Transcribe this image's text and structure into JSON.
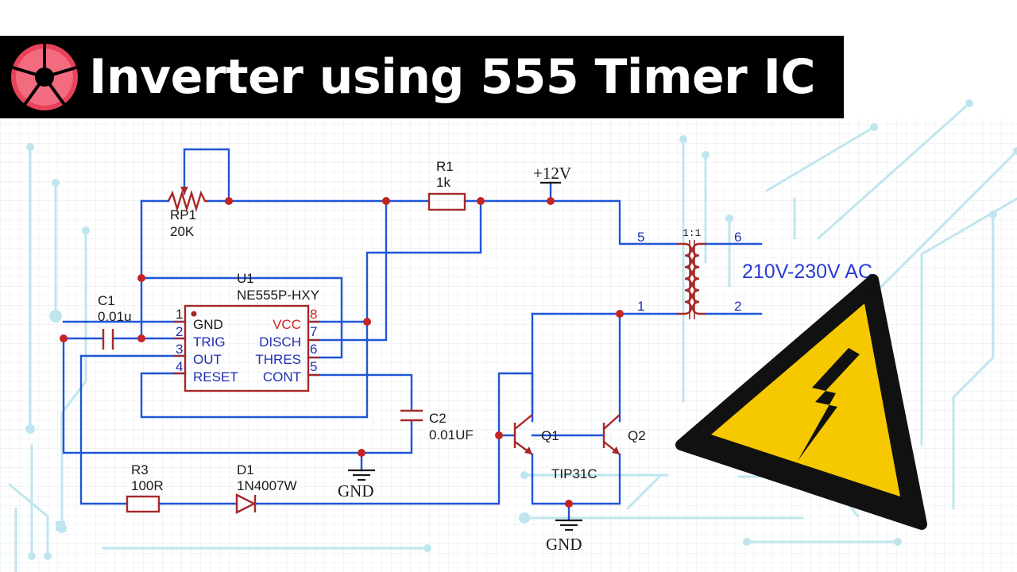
{
  "title": "Inverter using 555 Timer IC",
  "colors": {
    "wire": "#1f55d8",
    "component": "#a62828",
    "junction": "#c42424",
    "title_bg": "#000000",
    "logo": "#e8435a",
    "warning_fill": "#f6c800"
  },
  "icons": {
    "logo": "logo-aperture-icon",
    "warning": "high-voltage-warning-icon"
  },
  "components": {
    "rp1": {
      "ref": "RP1",
      "value": "20K"
    },
    "r1": {
      "ref": "R1",
      "value": "1k"
    },
    "c1": {
      "ref": "C1",
      "value": "0.01u"
    },
    "u1": {
      "ref": "U1",
      "value": "NE555P-HXY"
    },
    "c2": {
      "ref": "C2",
      "value": "0.01UF"
    },
    "r3": {
      "ref": "R3",
      "value": "100R"
    },
    "d1": {
      "ref": "D1",
      "value": "1N4007W"
    },
    "q1": {
      "ref": "Q1"
    },
    "q2": {
      "ref": "Q2"
    },
    "tip": "TIP31C",
    "transformer": {
      "ratio": "1:1",
      "pin5": "5",
      "pin6": "6",
      "pin1": "1",
      "pin2": "2"
    }
  },
  "ic_pins": {
    "left": [
      {
        "num": "1",
        "name": "GND"
      },
      {
        "num": "2",
        "name": "TRIG"
      },
      {
        "num": "3",
        "name": "OUT"
      },
      {
        "num": "4",
        "name": "RESET"
      }
    ],
    "right": [
      {
        "num": "8",
        "name": "VCC"
      },
      {
        "num": "7",
        "name": "DISCH"
      },
      {
        "num": "6",
        "name": "THRES"
      },
      {
        "num": "5",
        "name": "CONT"
      }
    ]
  },
  "nets": {
    "vcc": "+12V",
    "gnd1": "GND",
    "gnd2": "GND"
  },
  "output_label": "210V-230V AC"
}
